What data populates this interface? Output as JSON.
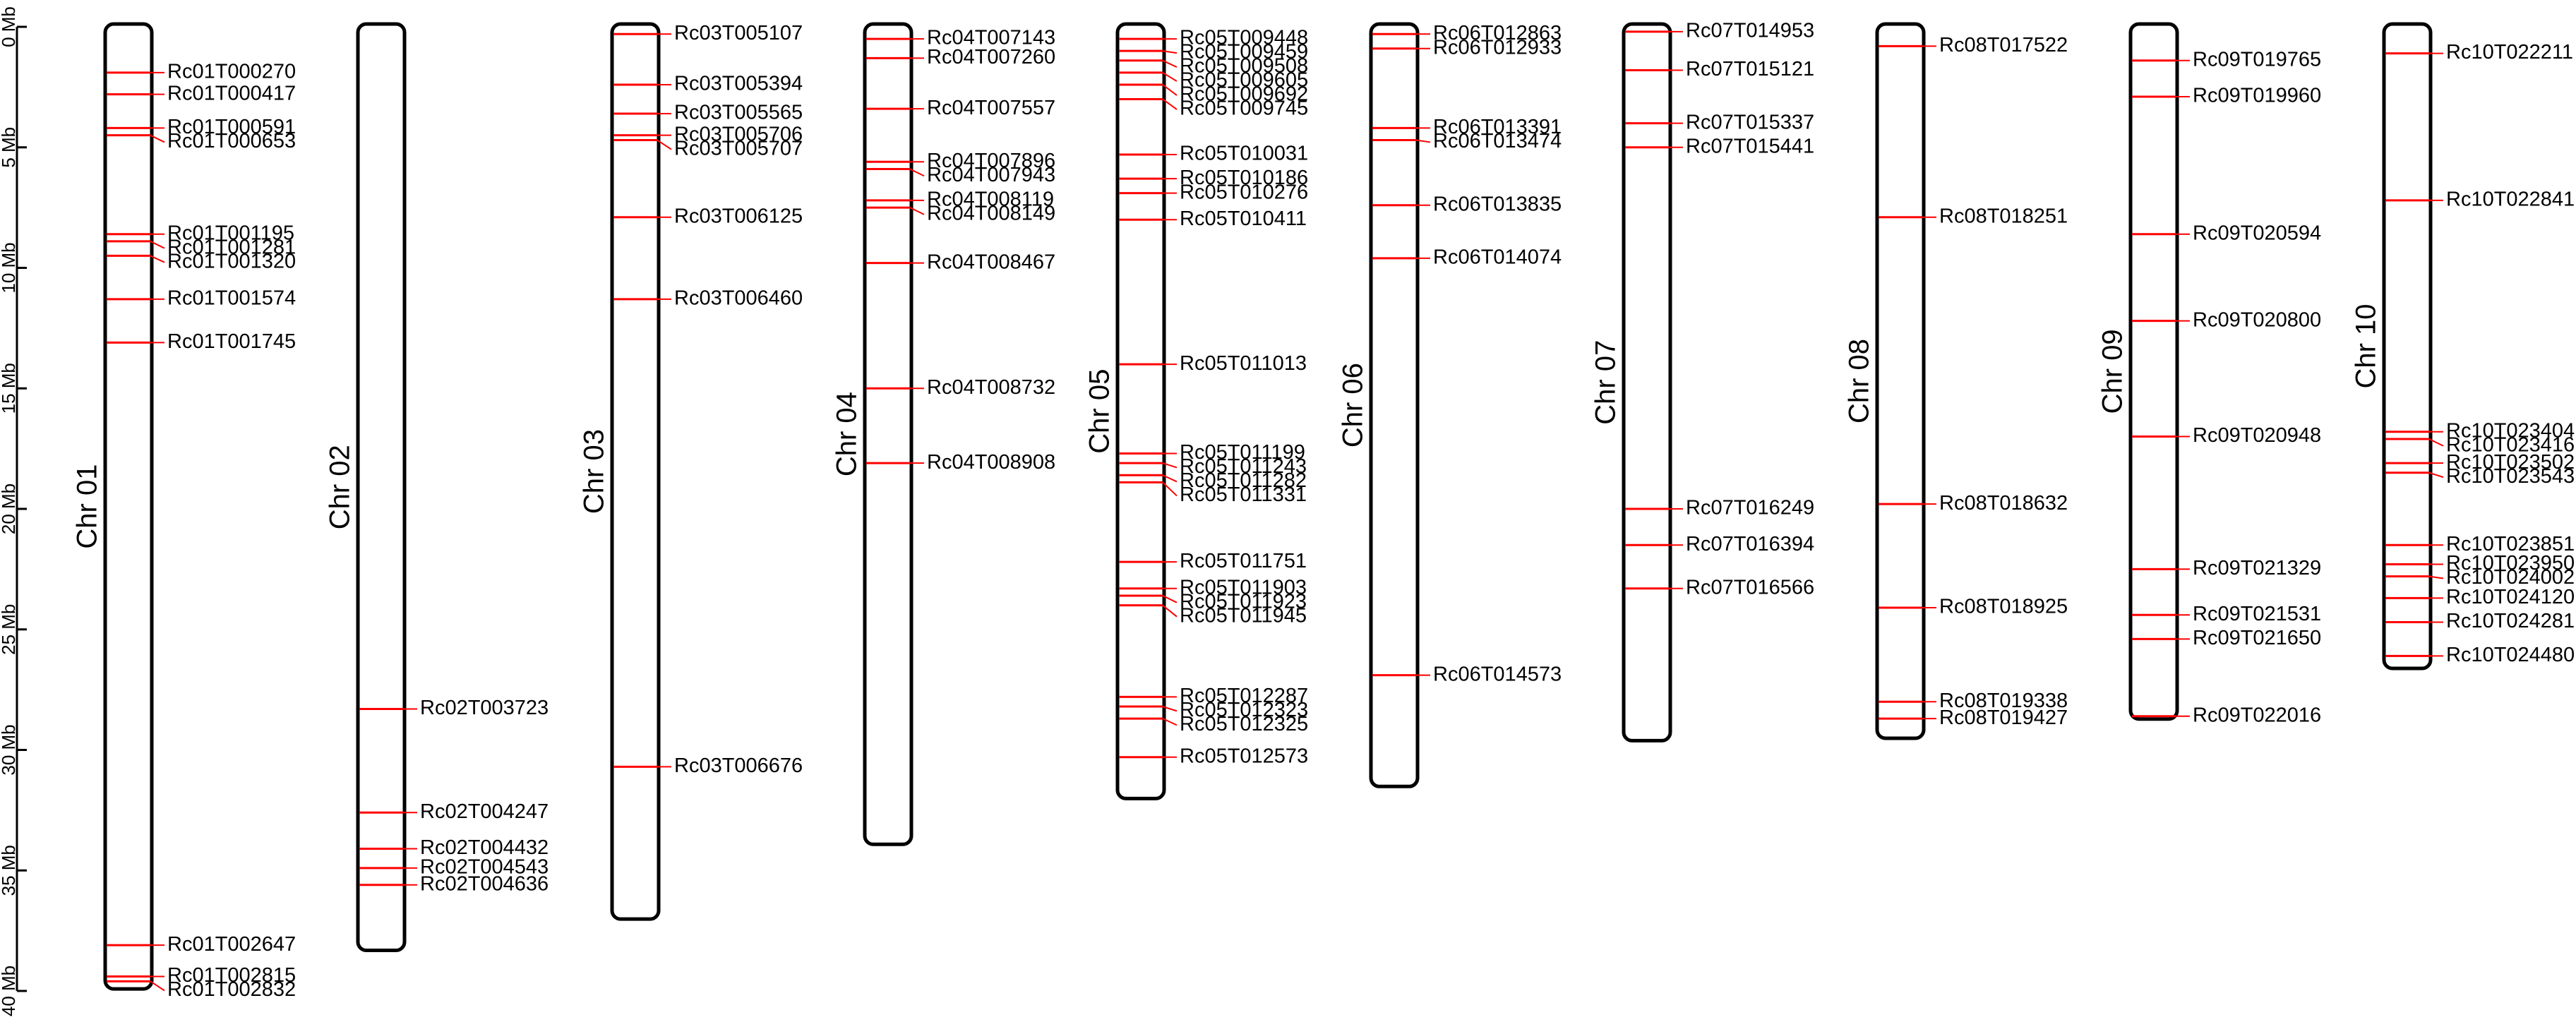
{
  "axis": {
    "unit": "Mb",
    "ticks": [
      {
        "value": 0,
        "label": "0 Mb"
      },
      {
        "value": 5,
        "label": "5 Mb"
      },
      {
        "value": 10,
        "label": "10 Mb"
      },
      {
        "value": 15,
        "label": "15 Mb"
      },
      {
        "value": 20,
        "label": "20 Mb"
      },
      {
        "value": 25,
        "label": "25 Mb"
      },
      {
        "value": 30,
        "label": "30 Mb"
      },
      {
        "value": 35,
        "label": "35 Mb"
      },
      {
        "value": 40,
        "label": "40 Mb"
      }
    ]
  },
  "colors": {
    "marker": "#ff0000",
    "outline": "#000000"
  },
  "chromosomes": [
    {
      "name": "Chr 01",
      "length_mb": 39.8,
      "genes": [
        {
          "id": "Rc01T000270",
          "pos_mb": 1.9
        },
        {
          "id": "Rc01T000417",
          "pos_mb": 2.8
        },
        {
          "id": "Rc01T000591",
          "pos_mb": 4.2
        },
        {
          "id": "Rc01T000653",
          "pos_mb": 4.5
        },
        {
          "id": "Rc01T001195",
          "pos_mb": 8.6
        },
        {
          "id": "Rc01T001281",
          "pos_mb": 8.9
        },
        {
          "id": "Rc01T001320",
          "pos_mb": 9.5
        },
        {
          "id": "Rc01T001574",
          "pos_mb": 11.3
        },
        {
          "id": "Rc01T001745",
          "pos_mb": 13.1
        },
        {
          "id": "Rc01T002647",
          "pos_mb": 38.1
        },
        {
          "id": "Rc01T002815",
          "pos_mb": 39.4
        },
        {
          "id": "Rc01T002832",
          "pos_mb": 39.6
        }
      ]
    },
    {
      "name": "Chr 02",
      "length_mb": 38.2,
      "genes": [
        {
          "id": "Rc02T003723",
          "pos_mb": 28.3
        },
        {
          "id": "Rc02T004247",
          "pos_mb": 32.6
        },
        {
          "id": "Rc02T004432",
          "pos_mb": 34.1
        },
        {
          "id": "Rc02T004543",
          "pos_mb": 34.9
        },
        {
          "id": "Rc02T004636",
          "pos_mb": 35.6
        }
      ]
    },
    {
      "name": "Chr 03",
      "length_mb": 36.9,
      "genes": [
        {
          "id": "Rc03T005107",
          "pos_mb": 0.3
        },
        {
          "id": "Rc03T005394",
          "pos_mb": 2.4
        },
        {
          "id": "Rc03T005565",
          "pos_mb": 3.6
        },
        {
          "id": "Rc03T005706",
          "pos_mb": 4.5
        },
        {
          "id": "Rc03T005707",
          "pos_mb": 4.7
        },
        {
          "id": "Rc03T006125",
          "pos_mb": 7.9
        },
        {
          "id": "Rc03T006460",
          "pos_mb": 11.3
        },
        {
          "id": "Rc03T006676",
          "pos_mb": 30.7
        }
      ]
    },
    {
      "name": "Chr 04",
      "length_mb": 33.8,
      "genes": [
        {
          "id": "Rc04T007143",
          "pos_mb": 0.5
        },
        {
          "id": "Rc04T007260",
          "pos_mb": 1.3
        },
        {
          "id": "Rc04T007557",
          "pos_mb": 3.4
        },
        {
          "id": "Rc04T007896",
          "pos_mb": 5.6
        },
        {
          "id": "Rc04T007943",
          "pos_mb": 5.9
        },
        {
          "id": "Rc04T008119",
          "pos_mb": 7.2
        },
        {
          "id": "Rc04T008149",
          "pos_mb": 7.5
        },
        {
          "id": "Rc04T008467",
          "pos_mb": 9.8
        },
        {
          "id": "Rc04T008732",
          "pos_mb": 15.0
        },
        {
          "id": "Rc04T008908",
          "pos_mb": 18.1
        }
      ]
    },
    {
      "name": "Chr 05",
      "length_mb": 31.9,
      "genes": [
        {
          "id": "Rc05T009448",
          "pos_mb": 0.5
        },
        {
          "id": "Rc05T009459",
          "pos_mb": 1.0
        },
        {
          "id": "Rc05T009508",
          "pos_mb": 1.4
        },
        {
          "id": "Rc05T009605",
          "pos_mb": 1.9
        },
        {
          "id": "Rc05T009692",
          "pos_mb": 2.4
        },
        {
          "id": "Rc05T009745",
          "pos_mb": 3.0
        },
        {
          "id": "Rc05T010031",
          "pos_mb": 5.3
        },
        {
          "id": "Rc05T010186",
          "pos_mb": 6.3
        },
        {
          "id": "Rc05T010276",
          "pos_mb": 6.9
        },
        {
          "id": "Rc05T010411",
          "pos_mb": 8.0
        },
        {
          "id": "Rc05T011013",
          "pos_mb": 14.0
        },
        {
          "id": "Rc05T011199",
          "pos_mb": 17.7
        },
        {
          "id": "Rc05T011243",
          "pos_mb": 18.1
        },
        {
          "id": "Rc05T011282",
          "pos_mb": 18.6
        },
        {
          "id": "Rc05T011331",
          "pos_mb": 18.9
        },
        {
          "id": "Rc05T011751",
          "pos_mb": 22.2
        },
        {
          "id": "Rc05T011903",
          "pos_mb": 23.3
        },
        {
          "id": "Rc05T011923",
          "pos_mb": 23.6
        },
        {
          "id": "Rc05T011945",
          "pos_mb": 24.0
        },
        {
          "id": "Rc05T012287",
          "pos_mb": 27.8
        },
        {
          "id": "Rc05T012323",
          "pos_mb": 28.2
        },
        {
          "id": "Rc05T012325",
          "pos_mb": 28.7
        },
        {
          "id": "Rc05T012573",
          "pos_mb": 30.3
        }
      ]
    },
    {
      "name": "Chr 06",
      "length_mb": 31.4,
      "genes": [
        {
          "id": "Rc06T012863",
          "pos_mb": 0.3
        },
        {
          "id": "Rc06T012933",
          "pos_mb": 0.9
        },
        {
          "id": "Rc06T013391",
          "pos_mb": 4.2
        },
        {
          "id": "Rc06T013474",
          "pos_mb": 4.7
        },
        {
          "id": "Rc06T013835",
          "pos_mb": 7.4
        },
        {
          "id": "Rc06T014074",
          "pos_mb": 9.6
        },
        {
          "id": "Rc06T014573",
          "pos_mb": 26.9
        }
      ]
    },
    {
      "name": "Chr 07",
      "length_mb": 29.5,
      "genes": [
        {
          "id": "Rc07T014953",
          "pos_mb": 0.2
        },
        {
          "id": "Rc07T015121",
          "pos_mb": 1.8
        },
        {
          "id": "Rc07T015337",
          "pos_mb": 4.0
        },
        {
          "id": "Rc07T015441",
          "pos_mb": 5.0
        },
        {
          "id": "Rc07T016249",
          "pos_mb": 20.0
        },
        {
          "id": "Rc07T016394",
          "pos_mb": 21.5
        },
        {
          "id": "Rc07T016566",
          "pos_mb": 23.3
        }
      ]
    },
    {
      "name": "Chr 08",
      "length_mb": 29.4,
      "genes": [
        {
          "id": "Rc08T017522",
          "pos_mb": 0.8
        },
        {
          "id": "Rc08T018251",
          "pos_mb": 7.9
        },
        {
          "id": "Rc08T018632",
          "pos_mb": 19.8
        },
        {
          "id": "Rc08T018925",
          "pos_mb": 24.1
        },
        {
          "id": "Rc08T019338",
          "pos_mb": 28.0
        },
        {
          "id": "Rc08T019427",
          "pos_mb": 28.7
        }
      ]
    },
    {
      "name": "Chr 09",
      "length_mb": 28.6,
      "genes": [
        {
          "id": "Rc09T019765",
          "pos_mb": 1.4
        },
        {
          "id": "Rc09T019960",
          "pos_mb": 2.9
        },
        {
          "id": "Rc09T020594",
          "pos_mb": 8.6
        },
        {
          "id": "Rc09T020800",
          "pos_mb": 12.2
        },
        {
          "id": "Rc09T020948",
          "pos_mb": 17.0
        },
        {
          "id": "Rc09T021329",
          "pos_mb": 22.5
        },
        {
          "id": "Rc09T021531",
          "pos_mb": 24.4
        },
        {
          "id": "Rc09T021650",
          "pos_mb": 25.4
        },
        {
          "id": "Rc09T022016",
          "pos_mb": 28.6
        }
      ]
    },
    {
      "name": "Chr 10",
      "length_mb": 26.5,
      "genes": [
        {
          "id": "Rc10T022211",
          "pos_mb": 1.1
        },
        {
          "id": "Rc10T022841",
          "pos_mb": 7.2
        },
        {
          "id": "Rc10T023404",
          "pos_mb": 16.8
        },
        {
          "id": "Rc10T023416",
          "pos_mb": 17.1
        },
        {
          "id": "Rc10T023502",
          "pos_mb": 18.1
        },
        {
          "id": "Rc10T023543",
          "pos_mb": 18.5
        },
        {
          "id": "Rc10T023851",
          "pos_mb": 21.5
        },
        {
          "id": "Rc10T023950",
          "pos_mb": 22.3
        },
        {
          "id": "Rc10T024002",
          "pos_mb": 22.8
        },
        {
          "id": "Rc10T024120",
          "pos_mb": 23.7
        },
        {
          "id": "Rc10T024281",
          "pos_mb": 24.7
        },
        {
          "id": "Rc10T024480",
          "pos_mb": 26.1
        }
      ]
    }
  ]
}
